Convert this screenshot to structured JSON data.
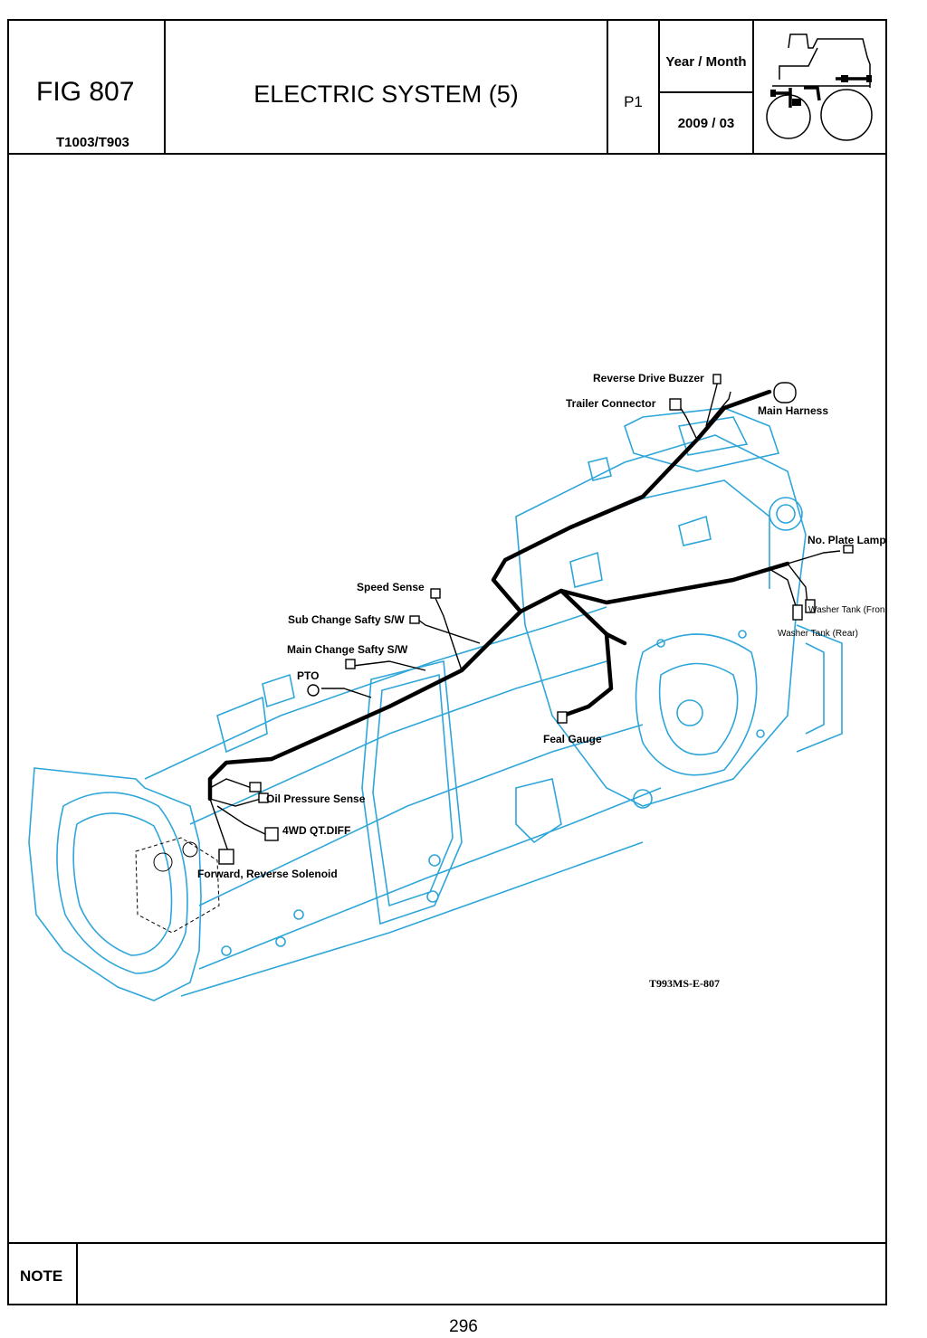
{
  "header": {
    "fig_no": "FIG 807",
    "model": "T1003/T903",
    "title": "ELECTRIC SYSTEM (5)",
    "page_ref": "P1",
    "year_month_label": "Year / Month",
    "year_month_value": "2009 / 03",
    "tractor_icon": "tractor-location-icon"
  },
  "drawing": {
    "labels": {
      "reverse_drive_buzzer": "Reverse Drive Buzzer",
      "trailer_connector": "Trailer Connector",
      "main_harness": "Main Harness",
      "no_plate_lamp": "No. Plate Lamp",
      "washer_tank_front": "Washer Tank (Front)",
      "washer_tank_rear": "Washer Tank (Rear)",
      "speed_sense": "Speed Sense",
      "sub_change_safty": "Sub Change Safty S/W",
      "main_change_safty": "Main Change Safty S/W",
      "pto": "PTO",
      "feal_gauge": "Feal Gauge",
      "oil_pressure_sense": "Oil Pressure Sense",
      "wd_qt_diff": "4WD QT.DIFF",
      "fwd_rev_solenoid": "Forward, Reverse Solenoid"
    },
    "drawing_code": "T993MS-E-807",
    "line_color": "#2fa6d9",
    "harness_color": "#000000"
  },
  "note": {
    "label": "NOTE"
  },
  "page_number": "296"
}
